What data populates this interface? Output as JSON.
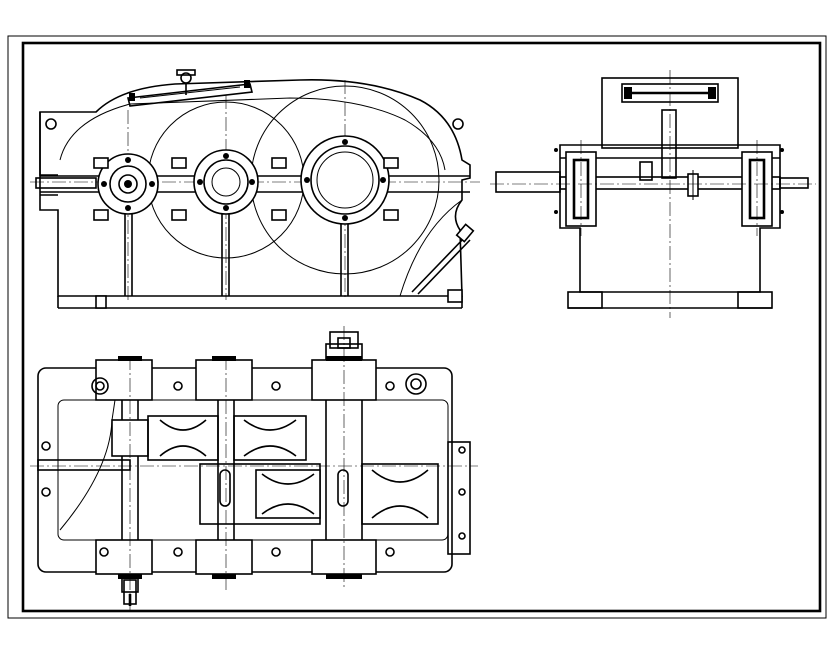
{
  "drawing": {
    "background": "#ffffff",
    "line_color": "#000000",
    "views": [
      {
        "key": "front",
        "name": "front-view"
      },
      {
        "key": "side",
        "name": "side-view"
      },
      {
        "key": "top",
        "name": "top-view"
      }
    ],
    "parts": [
      "housing",
      "bearing-cover",
      "bolt",
      "gear",
      "shaft",
      "oil-dipstick",
      "lifting-eye",
      "inspection-cover",
      "drain-plug",
      "base-flange",
      "keyway"
    ]
  }
}
